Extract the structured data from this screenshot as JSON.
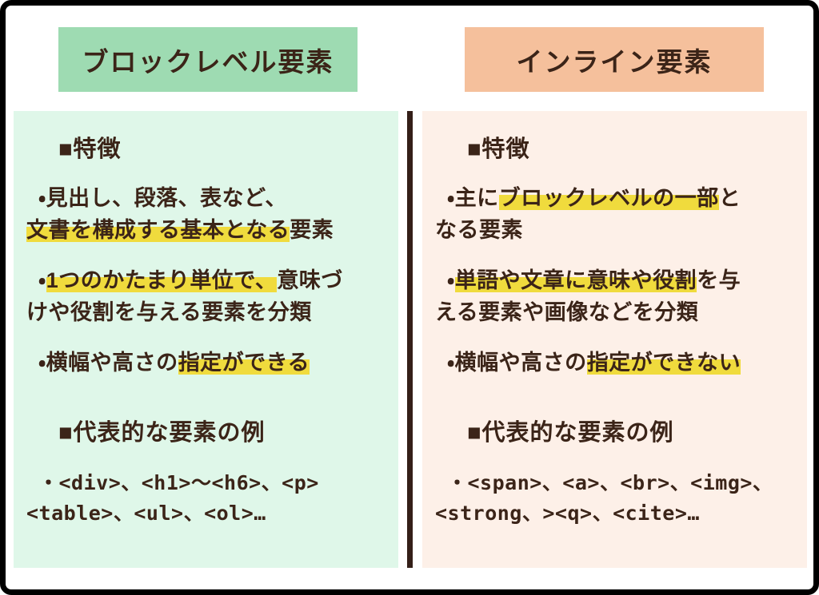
{
  "diagram": {
    "colors": {
      "border_color": "#000000",
      "text_color": "#3b2418",
      "highlight_color": "#f0db3d",
      "divider_color": "#341f18",
      "block_header_bg": "#9edbb2",
      "block_panel_bg": "#dff7e9",
      "inline_header_bg": "#f5c09c",
      "inline_panel_bg": "#fdf0e8"
    },
    "columns": [
      {
        "id": "block-level",
        "title": "ブロックレベル要素",
        "features_heading": "■特徴",
        "features": [
          [
            {
              "t": "・見出し、段落、表など、\n"
            },
            {
              "t": "文書を構成する基本となる",
              "hl": true
            },
            {
              "t": "要素"
            }
          ],
          [
            {
              "t": "・"
            },
            {
              "t": "1つのかたまり単位で、",
              "hl": true
            },
            {
              "t": "意味づ\nけや役割を与える要素を分類"
            }
          ],
          [
            {
              "t": "・横幅や高さの"
            },
            {
              "t": "指定ができる",
              "hl": true
            }
          ]
        ],
        "examples_heading": "■代表的な要素の例",
        "examples": "・<div>、<h1>～<h6>、<p>\n<table>、<ul>、<ol>…"
      },
      {
        "id": "inline",
        "title": "インライン要素",
        "features_heading": "■特徴",
        "features": [
          [
            {
              "t": "・主に"
            },
            {
              "t": "ブロックレベルの一部",
              "hl": true
            },
            {
              "t": "と\nなる要素"
            }
          ],
          [
            {
              "t": "・"
            },
            {
              "t": "単語や文章に意味や役割",
              "hl": true
            },
            {
              "t": "を与\nえる要素や画像などを分類"
            }
          ],
          [
            {
              "t": "・横幅や高さの"
            },
            {
              "t": "指定ができない",
              "hl": true
            }
          ]
        ],
        "examples_heading": "■代表的な要素の例",
        "examples": "・<span>、<a>、<br>、<img>、\n<strong、><q>、<cite>…"
      }
    ]
  }
}
